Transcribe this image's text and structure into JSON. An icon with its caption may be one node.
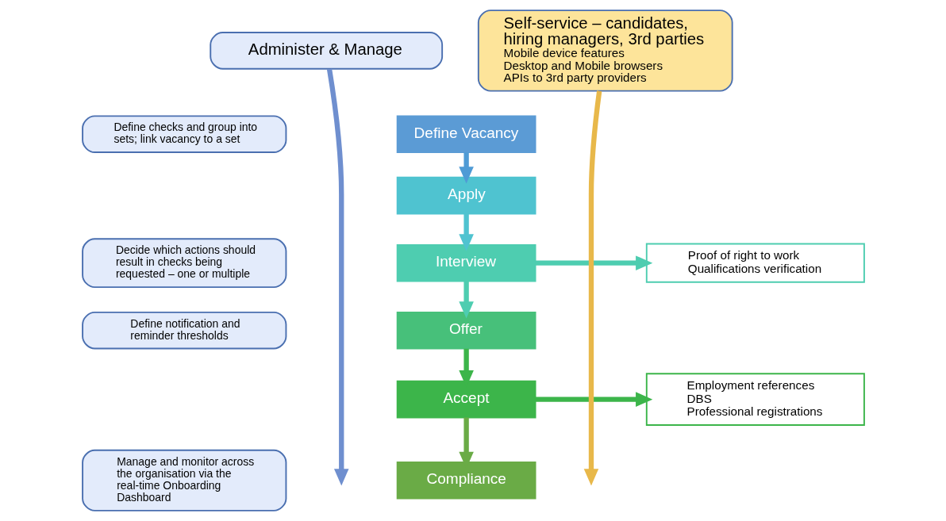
{
  "diagram": {
    "nodes": [
      {
        "text": [
          "Administer & Manage"
        ]
      },
      {
        "text": [
          "Define checks and group into sets; link vacancy to a set"
        ]
      },
      {
        "text": [
          "Decide which actions should result in checks being requested – one or multiple"
        ]
      },
      {
        "text": [
          "Define notification and reminder thresholds"
        ]
      },
      {
        "text": [
          "Manage and monitor across the organisation via the real-time Onboarding Dashboard"
        ]
      },
      {
        "text": [
          "Define Vacancy"
        ]
      },
      {
        "text": [
          "Apply"
        ]
      },
      {
        "text": [
          "Interview"
        ]
      },
      {
        "text": [
          "Offer"
        ]
      },
      {
        "text": [
          "Accept"
        ]
      },
      {
        "text": [
          "Compliance"
        ]
      },
      {
        "text": [
          "Self-service – candidates, hiring managers, 3rd parties",
          "Mobile device features",
          "Desktop and Mobile browsers",
          "APIs to 3rd party providers"
        ]
      },
      {
        "text": [
          "Proof of right to work",
          "Qualifications verification"
        ]
      },
      {
        "text": [
          "Employment references",
          "DBS",
          "Professional registrations"
        ]
      }
    ],
    "edges": [
      {
        "from": 0,
        "to": null,
        "arrow": "to",
        "color": "#6f8fcf"
      },
      {
        "from": 5,
        "to": 6,
        "arrow": "to",
        "color": "#4f9bd5"
      },
      {
        "from": 6,
        "to": 7,
        "arrow": "to",
        "color": "#4fc3d0"
      },
      {
        "from": 7,
        "to": 8,
        "arrow": "to",
        "color": "#4ecdb0"
      },
      {
        "from": 8,
        "to": 9,
        "arrow": "to",
        "color": "#3cb54a"
      },
      {
        "from": 9,
        "to": 10,
        "arrow": "to",
        "color": "#6aab46"
      },
      {
        "from": 7,
        "to": 12,
        "arrow": "to",
        "color": "#4ecdb0"
      },
      {
        "from": 9,
        "to": 13,
        "arrow": "to",
        "color": "#3cb54a"
      },
      {
        "from": 11,
        "to": null,
        "arrow": "to",
        "color": "#e8b84a"
      }
    ]
  }
}
